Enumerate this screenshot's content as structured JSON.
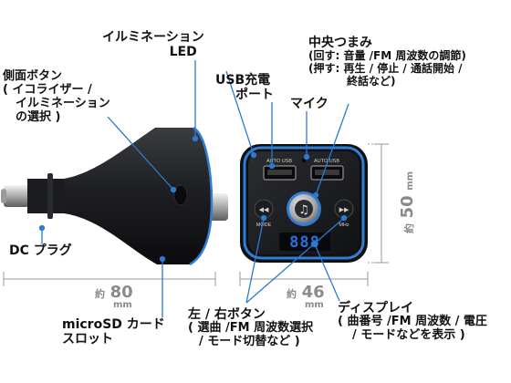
{
  "labels": {
    "illumination_led": [
      "イルミネーション",
      "LED"
    ],
    "side_button": [
      "側面ボタン",
      "( イコライザー /",
      "イルミネーション",
      "の選択 )"
    ],
    "usb_port": [
      "USB充電",
      "ポート"
    ],
    "mic": "マイク",
    "center_knob": [
      "中央つまみ",
      "(回す: 音量 /FM 周波数の調節)",
      "(押す: 再生 / 停止 / 通話開始 /",
      "終話など)"
    ],
    "dc_plug": "DC プラグ",
    "microsd_slot": [
      "microSD カード",
      "スロット"
    ],
    "lr_buttons": [
      "左 / 右ボタン",
      "( 選曲 /FM 周波数選択",
      "/ モード切替など )"
    ],
    "display": [
      "ディスプレイ",
      "( 曲番号 /FM 周波数 / 電圧",
      "/ モードなどを表示 )"
    ]
  },
  "dimensions": {
    "length": {
      "prefix": "約",
      "value": "80",
      "unit": "mm"
    },
    "width": {
      "prefix": "約",
      "value": "46",
      "unit": "mm"
    },
    "height": {
      "prefix": "約",
      "value": "50",
      "unit": "mm"
    }
  },
  "device": {
    "port_label_left": "AUTO USB",
    "port_label_right": "AUTO USB",
    "btn_left_label": "MODE",
    "btn_right_label": "MHz",
    "display_value": "888",
    "accent_color": "#2f7fd6",
    "display_color": "#2a6fe0",
    "body_color": "#1a1b1e",
    "leader_color": "#2a7bd4"
  }
}
